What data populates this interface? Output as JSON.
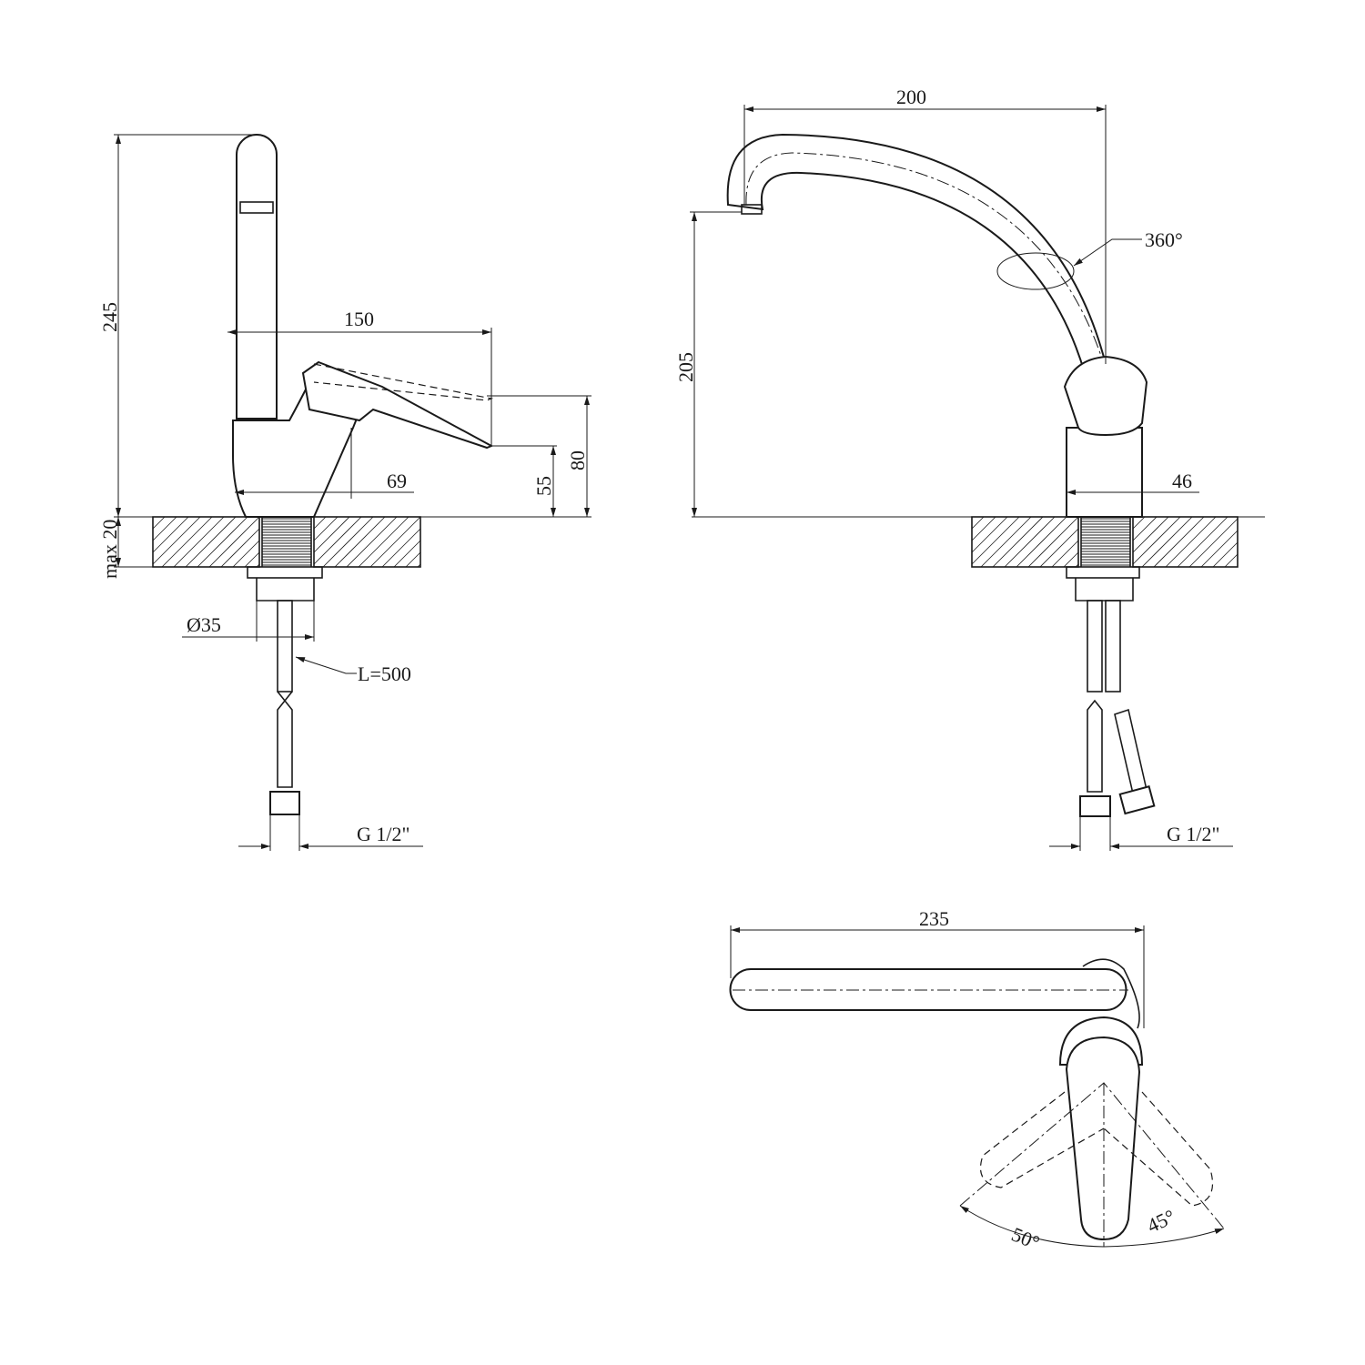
{
  "side_view": {
    "height_total": "245",
    "spout_reach": "150",
    "body_depth": "69",
    "lever_height_low": "55",
    "lever_height_high": "80",
    "max_countertop": "max 20",
    "shank_diameter": "Ø35",
    "hose_length": "L=500",
    "connection_thread": "G 1/2\""
  },
  "front_view": {
    "spout_reach": "200",
    "rotation": "360°",
    "spout_height": "205",
    "body_diameter": "46",
    "connection_thread": "G 1/2\""
  },
  "top_view": {
    "spout_length": "235",
    "lever_angle_left": "50°",
    "lever_angle_right": "45°"
  }
}
